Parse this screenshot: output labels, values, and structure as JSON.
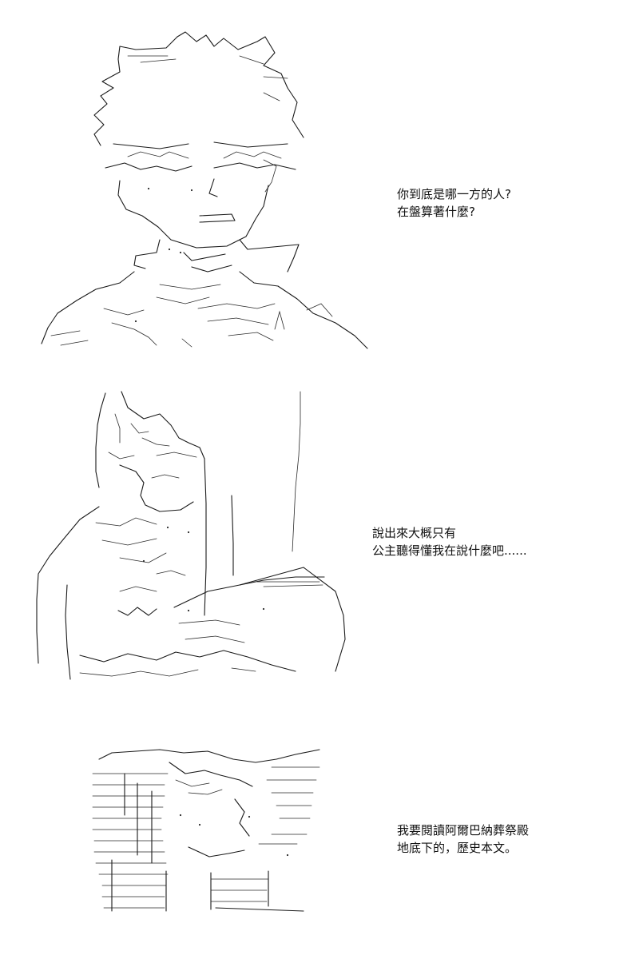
{
  "panels": [
    {
      "caption": {
        "lines": [
          "你到底是哪一方的人?",
          "在盤算著什麼?"
        ]
      }
    },
    {
      "caption": {
        "lines": [
          "說出來大概只有",
          "公主聽得懂我在說什麼吧......"
        ]
      }
    },
    {
      "caption": {
        "lines": [
          "我要閱讀阿爾巴納葬祭殿",
          "地底下的，歷史本文。"
        ]
      }
    }
  ]
}
